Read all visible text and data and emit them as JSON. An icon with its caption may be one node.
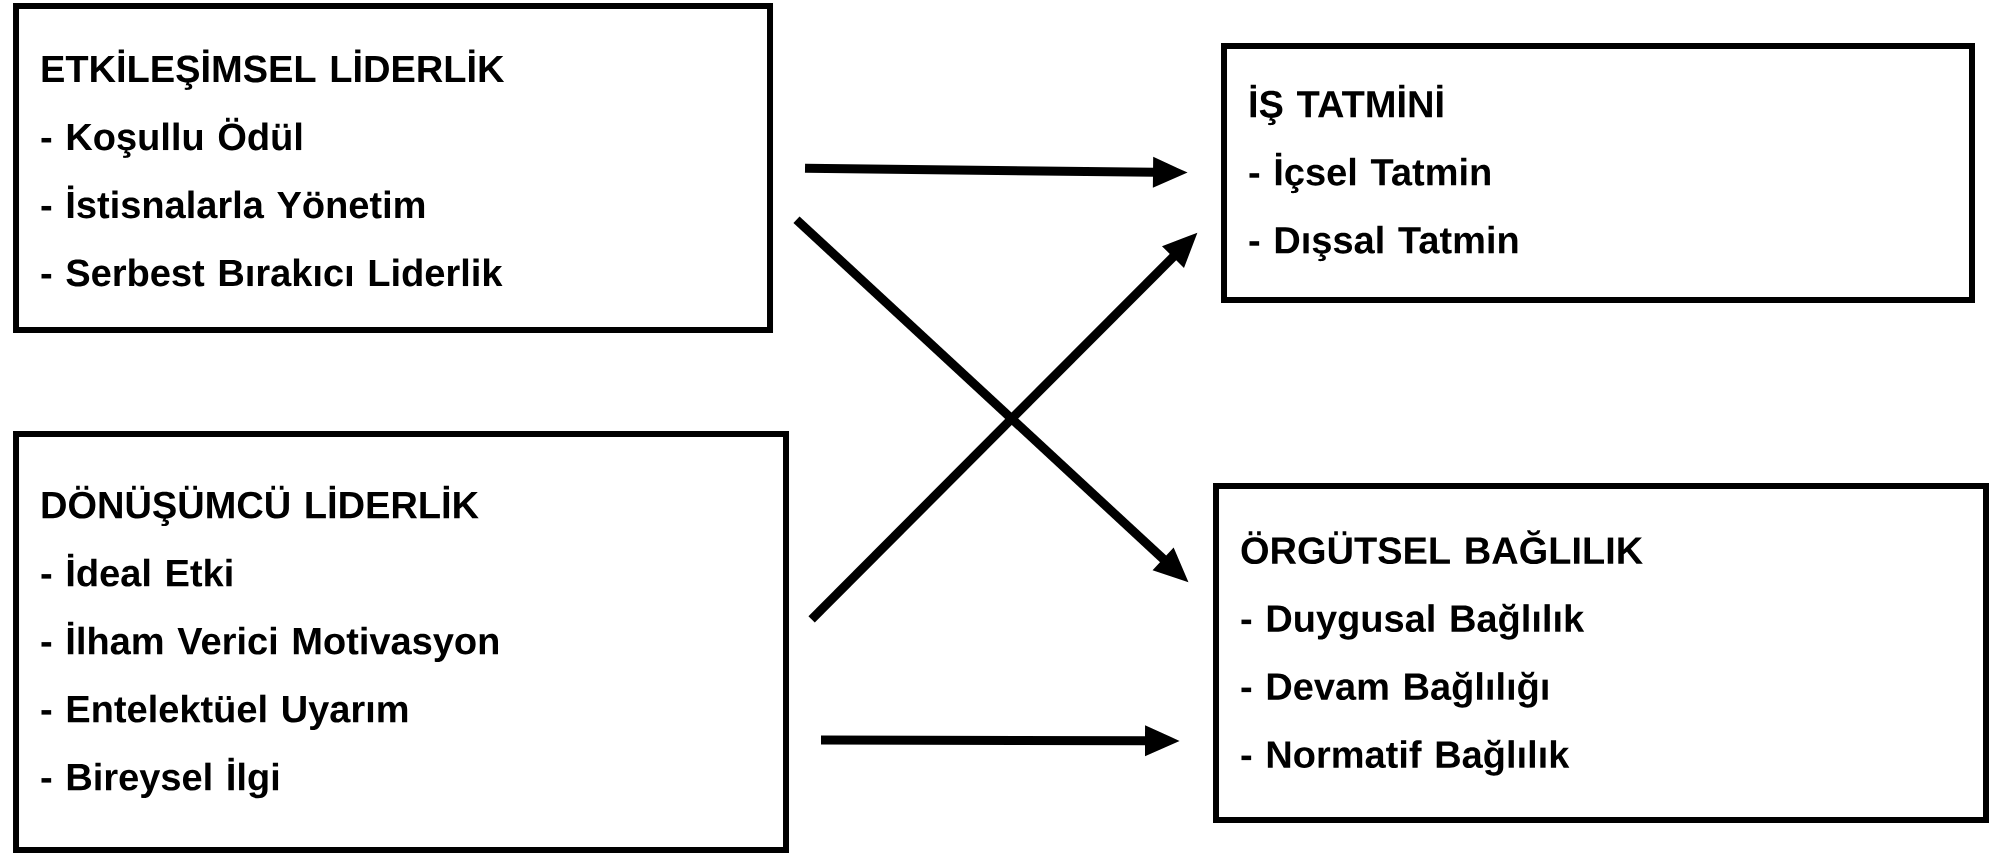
{
  "diagram": {
    "nodes": [
      {
        "text": [
          "ETKİLEŞİMSEL LİDERLİK",
          "- Koşullu Ödül",
          "- İstisnalarla Yönetim",
          "- Serbest Bırakıcı Liderlik"
        ]
      },
      {
        "text": [
          "DÖNÜŞÜMCÜ LİDERLİK",
          "- İdeal Etki",
          "- İlham Verici Motivasyon",
          "- Entelektüel Uyarım",
          "- Bireysel İlgi"
        ]
      },
      {
        "text": [
          "İŞ TATMİNİ",
          "- İçsel Tatmin",
          "- Dışsal Tatmin"
        ]
      },
      {
        "text": [
          "ÖRGÜTSEL BAĞLILIK",
          "- Duygusal Bağlılık",
          "- Devam Bağlılığı",
          "- Normatif Bağlılık"
        ]
      }
    ],
    "edges": [
      {
        "from": 0,
        "to": 2,
        "arrow": "to"
      },
      {
        "from": 0,
        "to": 3,
        "arrow": "to"
      },
      {
        "from": 1,
        "to": 2,
        "arrow": "to"
      },
      {
        "from": 1,
        "to": 3,
        "arrow": "to"
      }
    ]
  }
}
